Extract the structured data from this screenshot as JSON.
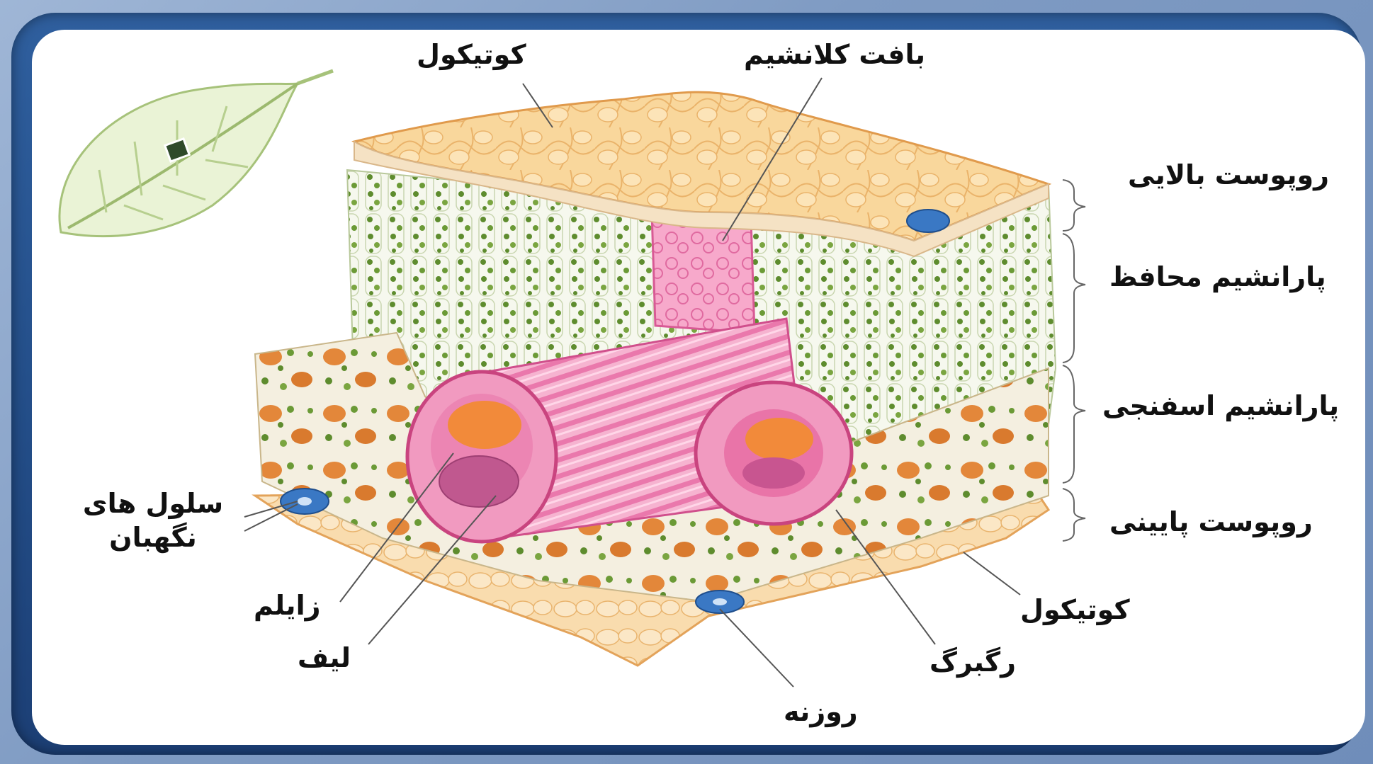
{
  "labels": {
    "cuticle_top": "کوتیکول",
    "collenchyma": "بافت کلانشیم",
    "upper_epidermis": "روپوست بالایی",
    "palisade": "پارانشیم محافظ",
    "spongy": "پارانشیم اسفنجی",
    "lower_epidermis": "روپوست پایینی",
    "guard_cells": "سلول های نگهبان",
    "xylem": "زایلم",
    "fiber": "لیف",
    "cuticle_bottom": "کوتیکول",
    "vein": "رگبرگ",
    "stomata": "روزنه"
  },
  "colors": {
    "frame": "#2a5793",
    "background": "#8fa8c9",
    "cuticle": "#f6c98a",
    "palisade": "#5c8a2e",
    "vein": "#e0609a",
    "guard_cell": "#3a78c4",
    "spongy_orange": "#e08a3a"
  }
}
